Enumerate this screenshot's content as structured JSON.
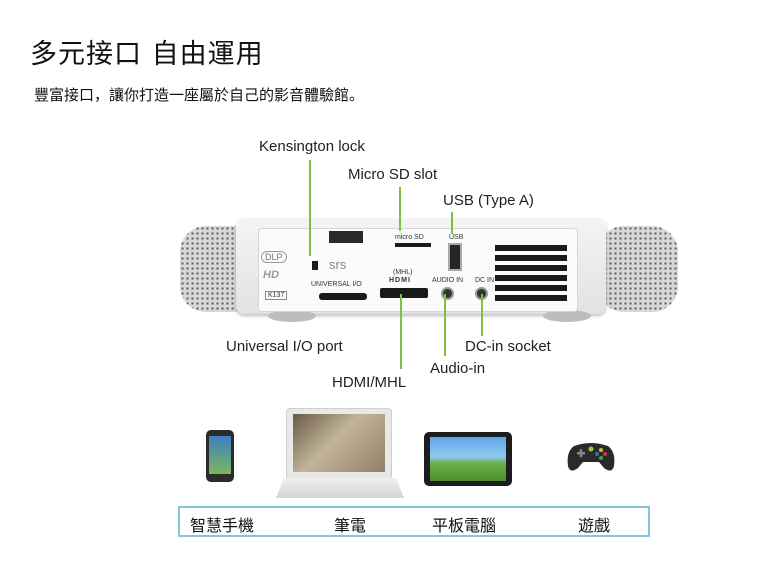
{
  "header": {
    "title": "多元接口  自由運用",
    "subtitle": "豐富接口，讓你打造一座屬於自己的影音體驗館。"
  },
  "ports": {
    "kensington": "Kensington lock",
    "micro_sd": "Micro SD slot",
    "usb": "USB (Type A)",
    "universal_io": "Universal I/O port",
    "hdmi": "HDMI/MHL",
    "audio_in": "Audio-in",
    "dc_in": "DC-in socket"
  },
  "projector_markings": {
    "dlp": "DLP",
    "hd": "HD",
    "model": "K137",
    "srs": "srs",
    "universal_io": "UNIVERSAL I/O",
    "micro_sd": "micro SD",
    "usb": "USB",
    "mhl": "(MHL)",
    "hdmi": "HDMI",
    "audio_in": "AUDIO IN",
    "dc_in": "DC IN"
  },
  "devices": {
    "smartphone": "智慧手機",
    "laptop": "筆電",
    "tablet": "平板電腦",
    "game": "遊戲"
  },
  "colors": {
    "leader_line": "#7cc242",
    "caption_border": "#86c7d7"
  }
}
